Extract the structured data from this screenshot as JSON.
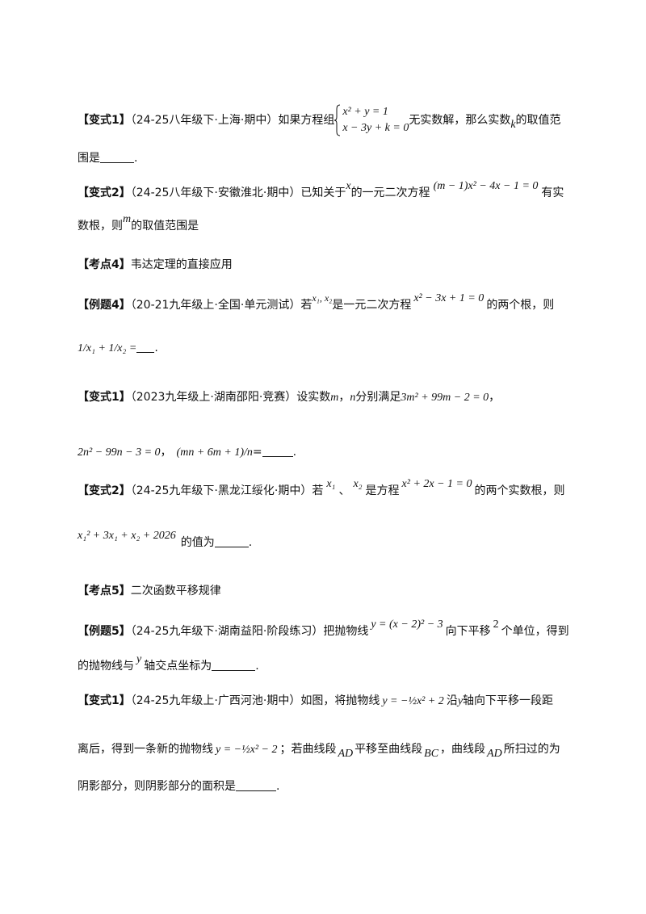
{
  "items": {
    "v1a": {
      "tag": "【变式1】",
      "source": "（24-25八年级下·上海·期中）",
      "t1": "如果方程组",
      "t2": "无实数解，那么实数",
      "t3": "的取值范",
      "t4": "围是",
      "t5": "."
    },
    "v2a": {
      "tag": "【变式2】",
      "source": "（24-25八年级下·安徽淮北·期中）",
      "t1": "已知关于",
      "t2": "的一元二次方程",
      "t3": "有实",
      "t4": "数根，则",
      "t5": "的取值范围是"
    },
    "k4": {
      "tag": "【考点4】",
      "title": "韦达定理的直接应用"
    },
    "e4": {
      "tag": "【例题4】",
      "source": "（20-21九年级上·全国·单元测试）",
      "t1": "若",
      "t2": "是一元二次方程",
      "t3": "的两个根，则",
      "t4": "."
    },
    "v1b": {
      "tag": "【变式1】",
      "source": "（2023九年级上·湖南邵阳·竞赛）",
      "t1": "设实数",
      "t2": "，",
      "t3": "分别满足",
      "t4": "，",
      "t5": "，",
      "t6": "=",
      "t7": "."
    },
    "v2b": {
      "tag": "【变式2】",
      "source": "（24-25九年级下·黑龙江绥化·期中）",
      "t1": "若",
      "t2": "、",
      "t3": "是方程",
      "t4": "的两个实数根，则",
      "t5": "的值为",
      "t6": "."
    },
    "k5": {
      "tag": "【考点5】",
      "title": "二次函数平移规律"
    },
    "e5": {
      "tag": "【例题5】",
      "source": "（24-25九年级下·湖南益阳·阶段练习）",
      "t1": "把抛物线",
      "t2": "向下平移",
      "t3": "个单位，得到",
      "t4": "的抛物线与",
      "t5": "轴交点坐标为",
      "t6": "."
    },
    "v1c": {
      "tag": "【变式1】",
      "source": "（24-25九年级上·广西河池·期中）",
      "t1": "如图，将抛物线",
      "t2": "沿",
      "t3": "轴向下平移一段距",
      "t4": "离后，得到一条新的抛物线",
      "t5": "；若曲线段",
      "t6": "平移至曲线段",
      "t7": "，曲线段",
      "t8": "所扫过的为",
      "t9": "阴影部分，则阴影部分的面积是",
      "t10": "."
    }
  },
  "math": {
    "eq_sys_1": "x² + y = 1",
    "eq_sys_2": "x − 3y + k = 0",
    "var_k": "k",
    "var_x": "x",
    "eq_m": "(m − 1)x² − 4x − 1 = 0",
    "var_m": "m",
    "var_x1x2": "x₁, x₂",
    "eq_e4": "x² − 3x + 1 = 0",
    "frac_sum": "1/x₁ + 1/x₂ =",
    "var_n": "n",
    "eq_v1b_1": "3m² + 99m − 2 = 0",
    "eq_v1b_2": "2n² − 99n − 3 = 0",
    "frac_v1b": "(mn + 6m + 1)/n",
    "var_x1": "x₁",
    "var_x2": "x₂",
    "eq_v2b": "x² + 2x − 1 = 0",
    "expr_v2b": "x₁² + 3x₁ + x₂ + 2026",
    "eq_e5": "y = (x − 2)² − 3",
    "num_2": "2",
    "var_y": "y",
    "eq_v1c_1": "y = −½x² + 2",
    "eq_v1c_2": "y = −½x² − 2",
    "seg_ad": "AD",
    "seg_bc": "BC"
  }
}
